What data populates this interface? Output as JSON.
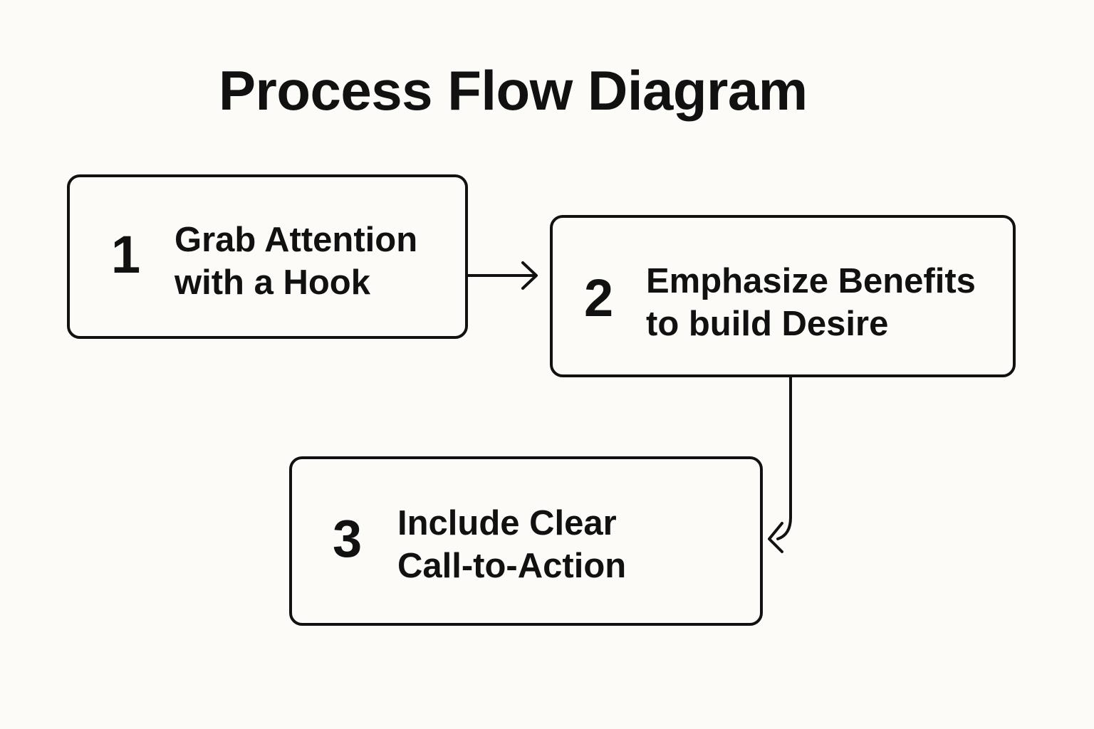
{
  "diagram": {
    "title": "Process Flow Diagram",
    "steps": [
      {
        "number": "1",
        "line1": "Grab Attention",
        "line2": "with a Hook"
      },
      {
        "number": "2",
        "line1": "Emphasize Benefits",
        "line2": "to build Desire"
      },
      {
        "number": "3",
        "line1": "Include Clear",
        "line2": "Call-to-Action"
      }
    ],
    "colors": {
      "background": "#fcfbf7",
      "stroke": "#111111",
      "text": "#111111"
    }
  }
}
